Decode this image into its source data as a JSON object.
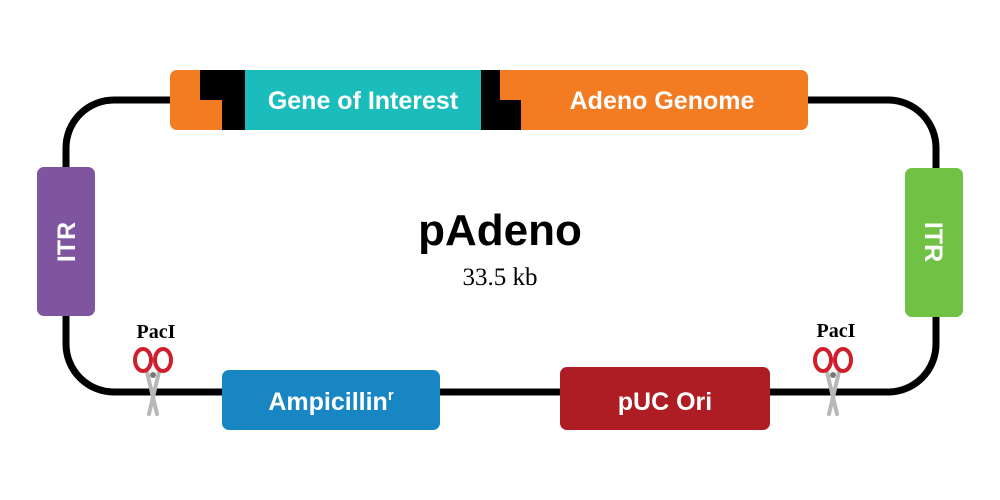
{
  "plasmid": {
    "name": "pAdeno",
    "size": "33.5 kb"
  },
  "features": {
    "gene_of_interest": {
      "label": "Gene of Interest",
      "color": "#1bbcbc"
    },
    "adeno_genome": {
      "label": "Adeno Genome",
      "color": "#f37c22"
    },
    "itr_left": {
      "label": "ITR",
      "color": "#7f55a0"
    },
    "itr_right": {
      "label": "ITR",
      "color": "#70c144"
    },
    "ampicillin": {
      "label": "Ampicillin",
      "superscript": "r",
      "color": "#1786c3"
    },
    "puc_ori": {
      "label": "pUC Ori",
      "color": "#ae1c24"
    }
  },
  "sites": {
    "pacI_left": {
      "label": "PacI"
    },
    "pacI_right": {
      "label": "PacI"
    }
  },
  "colors": {
    "backbone": "#000000",
    "scissors_handle": "#d01f2a",
    "scissors_blade": "#b8b8b8"
  }
}
